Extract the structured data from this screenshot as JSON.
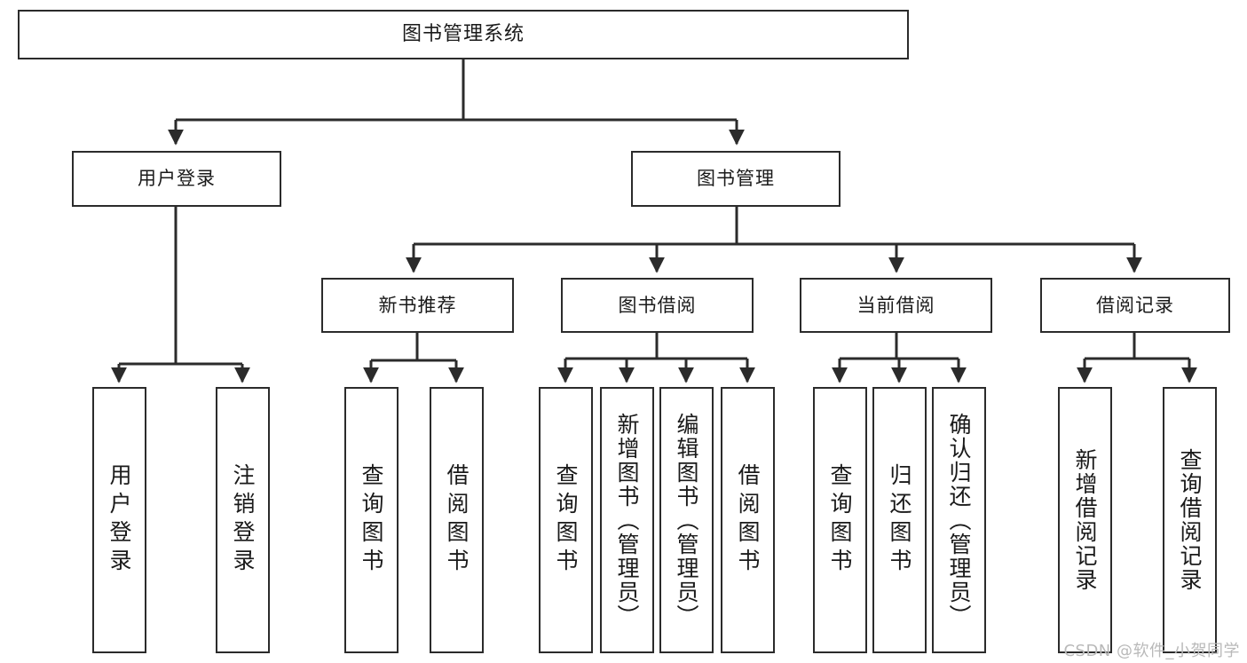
{
  "diagram": {
    "title": "图书管理系统",
    "type": "functional-structure-tree",
    "root": {
      "label": "图书管理系统"
    },
    "level2": [
      {
        "id": "user-login",
        "label": "用户登录"
      },
      {
        "id": "book-manage",
        "label": "图书管理"
      }
    ],
    "level3": [
      {
        "id": "new-book-recommend",
        "label": "新书推荐",
        "parent": "book-manage"
      },
      {
        "id": "book-borrow",
        "label": "图书借阅",
        "parent": "book-manage"
      },
      {
        "id": "current-borrow",
        "label": "当前借阅",
        "parent": "book-manage"
      },
      {
        "id": "borrow-record",
        "label": "借阅记录",
        "parent": "book-manage"
      }
    ],
    "leaves": {
      "user_login": [
        {
          "id": "leaf-user-login",
          "label": "用户登录"
        },
        {
          "id": "leaf-user-logout",
          "label": "注销登录"
        }
      ],
      "new_book_recommend": [
        {
          "id": "leaf-query-book-1",
          "label": "查询图书"
        },
        {
          "id": "leaf-borrow-book-1",
          "label": "借阅图书"
        }
      ],
      "book_borrow": [
        {
          "id": "leaf-query-book-2",
          "label": "查询图书"
        },
        {
          "id": "leaf-add-book",
          "label": "新增图书（管理员）"
        },
        {
          "id": "leaf-edit-book",
          "label": "编辑图书（管理员）"
        },
        {
          "id": "leaf-borrow-book-2",
          "label": "借阅图书"
        }
      ],
      "current_borrow": [
        {
          "id": "leaf-query-book-3",
          "label": "查询图书"
        },
        {
          "id": "leaf-return-book",
          "label": "归还图书"
        },
        {
          "id": "leaf-confirm-return",
          "label": "确认归还（管理员）"
        }
      ],
      "borrow_record": [
        {
          "id": "leaf-add-record",
          "label": "新增借阅记录"
        },
        {
          "id": "leaf-query-record",
          "label": "查询借阅记录"
        }
      ]
    }
  },
  "watermark": {
    "text": "CSDN @软件_小贺同学"
  },
  "colors": {
    "box_border": "#2b2b2b",
    "box_fill": "#ffffff",
    "connector": "#2b2b2b",
    "text": "#1a1a1a",
    "watermark": "#b9b9b9",
    "background": "#ffffff"
  }
}
